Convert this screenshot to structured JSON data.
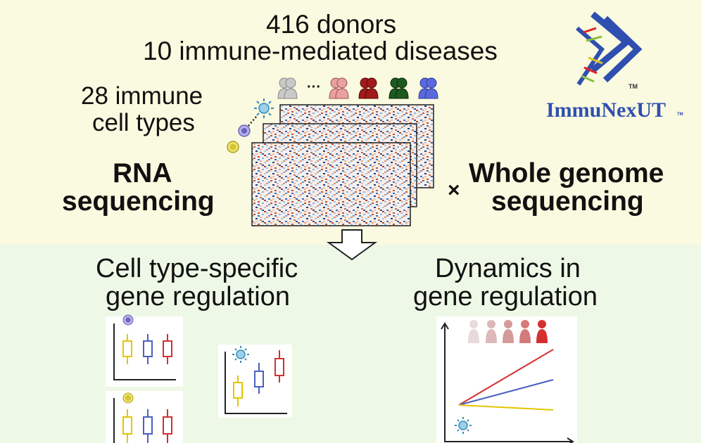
{
  "header": {
    "donors_line": "416 donors",
    "diseases_line": "10 immune-mediated diseases"
  },
  "cell_types": {
    "line1": "28 immune",
    "line2": "cell types",
    "ellipsis": "···"
  },
  "rna_seq": {
    "line1": "RNA",
    "line2": "sequencing"
  },
  "wgs": {
    "times": "×",
    "line1": "Whole genome",
    "line2": "sequencing"
  },
  "logo": {
    "name": "ImmuNexUT",
    "trademark": "TM",
    "tm_small": "TM"
  },
  "findings": {
    "left": {
      "line1": "Cell type-specific",
      "line2": "gene regulation"
    },
    "right": {
      "line1": "Dynamics in",
      "line2": "gene regulation"
    }
  },
  "colors": {
    "top_background": "#fafae0",
    "bottom_background": "#eef8e6",
    "person_gray": "#c9c9c9",
    "person_pink": "#e8a0a0",
    "person_darkred": "#a01a1a",
    "person_darkgreen": "#1e5a1e",
    "person_blue": "#5a6adc",
    "yellow_series": "#e6c400",
    "blue_series": "#4a5fc0",
    "red_series": "#d43030",
    "logo_blue": "#2f4fb0"
  },
  "icons": [
    "person-icon",
    "dendritic-cell-icon",
    "monocyte-icon",
    "lymphocyte-icon",
    "arrow-down-icon",
    "dna-helix-logo-icon"
  ]
}
